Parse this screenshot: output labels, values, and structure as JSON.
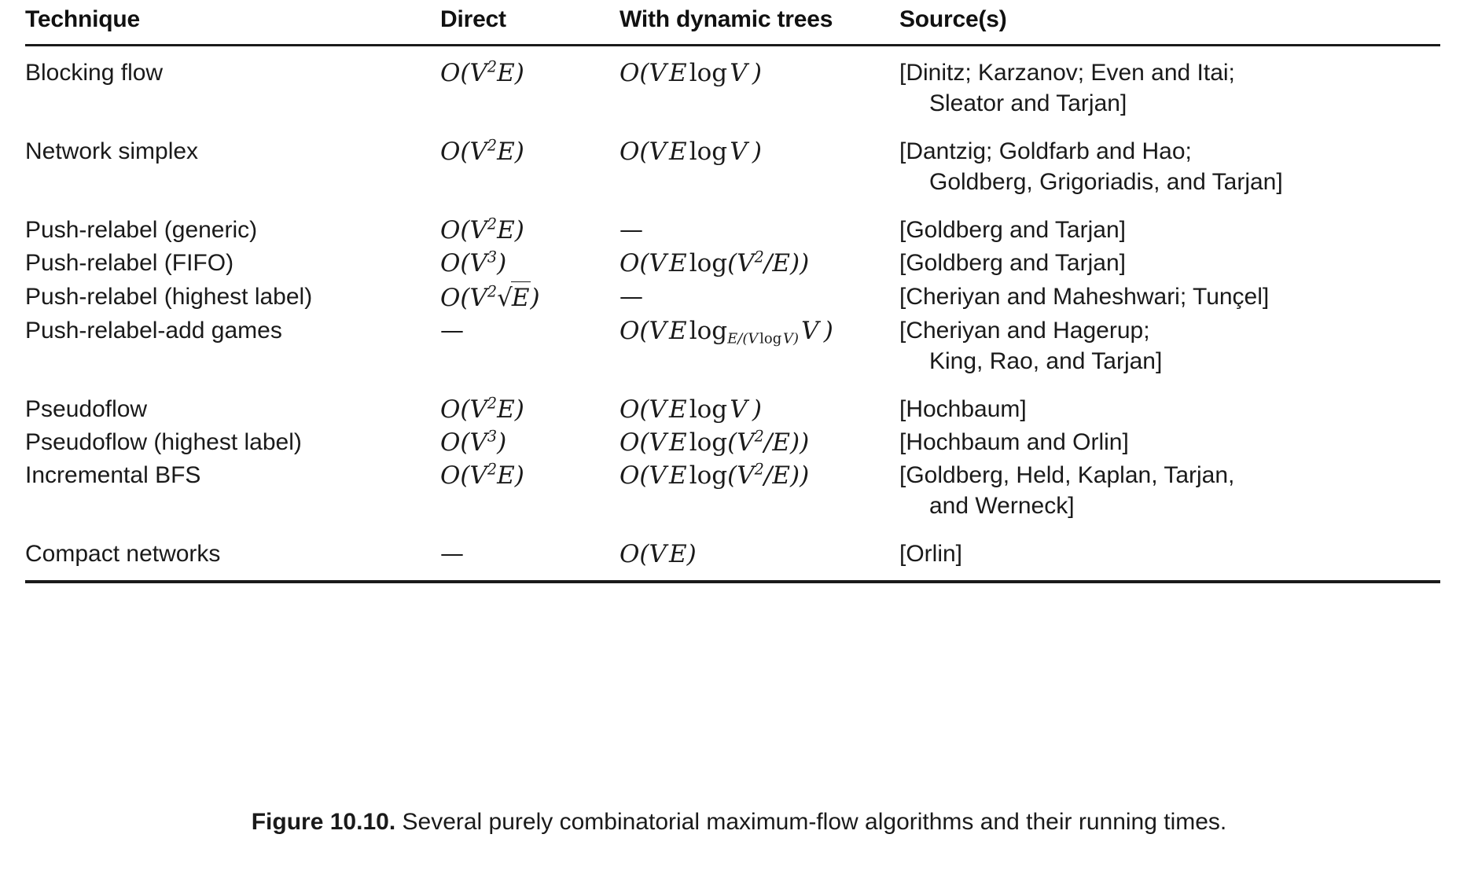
{
  "figure": {
    "caption_label": "Figure 10.10.",
    "caption_text": "Several purely combinatorial maximum-flow algorithms and their running times."
  },
  "table": {
    "headers": {
      "technique": "Technique",
      "direct": "Direct",
      "dynamic": "With dynamic trees",
      "sources": "Source(s)"
    },
    "dash": "—",
    "rows": [
      {
        "technique": "Blocking flow",
        "direct": "O(V²E)",
        "dynamic": "O(VE log V)",
        "source_line1": "[Dinitz; Karzanov; Even and Itai;",
        "source_line2": "Sleator and Tarjan]"
      },
      {
        "technique": "Network simplex",
        "direct": "O(V²E)",
        "dynamic": "O(VE log V)",
        "source_line1": "[Dantzig; Goldfarb and Hao;",
        "source_line2": "Goldberg, Grigoriadis, and Tarjan]"
      },
      {
        "technique": "Push-relabel (generic)",
        "direct": "O(V²E)",
        "dynamic": "—",
        "source_line1": "[Goldberg and Tarjan]",
        "source_line2": ""
      },
      {
        "technique": "Push-relabel (FIFO)",
        "direct": "O(V³)",
        "dynamic": "O(VE log(V²/E))",
        "source_line1": "[Goldberg and Tarjan]",
        "source_line2": ""
      },
      {
        "technique": "Push-relabel (highest label)",
        "direct": "O(V²√E)",
        "dynamic": "—",
        "source_line1": "[Cheriyan and Maheshwari; Tunçel]",
        "source_line2": ""
      },
      {
        "technique": "Push-relabel-add games",
        "direct": "—",
        "dynamic": "O(VE log_{E/(V log V)} V)",
        "source_line1": "[Cheriyan and Hagerup;",
        "source_line2": "King, Rao, and Tarjan]"
      },
      {
        "technique": "Pseudoflow",
        "direct": "O(V²E)",
        "dynamic": "O(VE log V)",
        "source_line1": "[Hochbaum]",
        "source_line2": ""
      },
      {
        "technique": "Pseudoflow (highest label)",
        "direct": "O(V³)",
        "dynamic": "O(VE log(V²/E))",
        "source_line1": "[Hochbaum and Orlin]",
        "source_line2": ""
      },
      {
        "technique": "Incremental BFS",
        "direct": "O(V²E)",
        "dynamic": "O(VE log(V²/E))",
        "source_line1": "[Goldberg, Held, Kaplan, Tarjan,",
        "source_line2": "and Werneck]"
      },
      {
        "technique": "Compact networks",
        "direct": "—",
        "dynamic": "O(VE)",
        "source_line1": "[Orlin]",
        "source_line2": ""
      }
    ]
  }
}
